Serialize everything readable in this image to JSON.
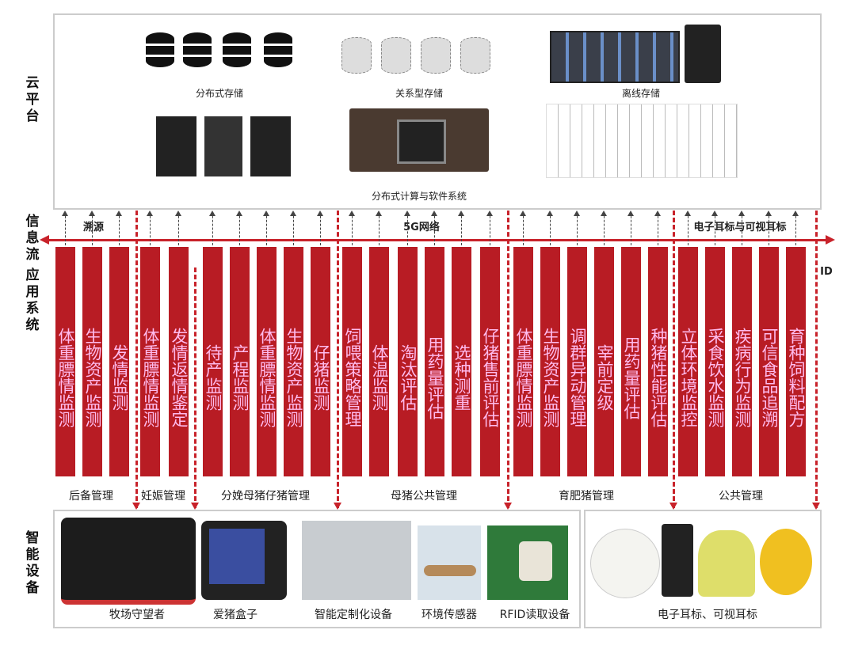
{
  "side_labels": {
    "cloud": "云平台",
    "info": "信息流",
    "app": "应用系统",
    "device": "智能设备"
  },
  "cloud": {
    "distributed_storage": "分布式存储",
    "relational_storage": "关系型存储",
    "offline_storage": "离线存储",
    "distributed_compute": "分布式计算与软件系统"
  },
  "network": {
    "trace": "溯源",
    "g5": "5G网络",
    "eartag": "电子耳标与可视耳标",
    "id": "ID"
  },
  "groups": [
    {
      "name": "后备管理",
      "items": [
        "体重膘情监测",
        "生物资产监测",
        "发情监测"
      ]
    },
    {
      "name": "妊娠管理",
      "items": [
        "体重膘情监测",
        "发情返情鉴定"
      ]
    },
    {
      "name": "分娩母猪仔猪管理",
      "items": [
        "待产监测",
        "产程监测",
        "体重膘情监测",
        "生物资产监测",
        "仔猪监测"
      ]
    },
    {
      "name": "母猪公共管理",
      "items": [
        "饲喂策略管理",
        "体温监测",
        "淘汰评估",
        "用药量评估",
        "选种测重",
        "仔猪售前评估"
      ]
    },
    {
      "name": "育肥猪管理",
      "items": [
        "体重膘情监测",
        "生物资产监测",
        "调群异动管理",
        "宰前定级",
        "用药量评估",
        "种猪性能评估"
      ]
    },
    {
      "name": "公共管理",
      "items": [
        "立体环境监控",
        "采食饮水监测",
        "疾病行为监测",
        "可信食品追溯",
        "育种饲料配方"
      ]
    }
  ],
  "devices": [
    "牧场守望者",
    "爱猪盒子",
    "智能定制化设备",
    "环境传感器",
    "RFID读取设备",
    "电子耳标、可视耳标"
  ],
  "colors": {
    "accent": "#b81c24"
  }
}
